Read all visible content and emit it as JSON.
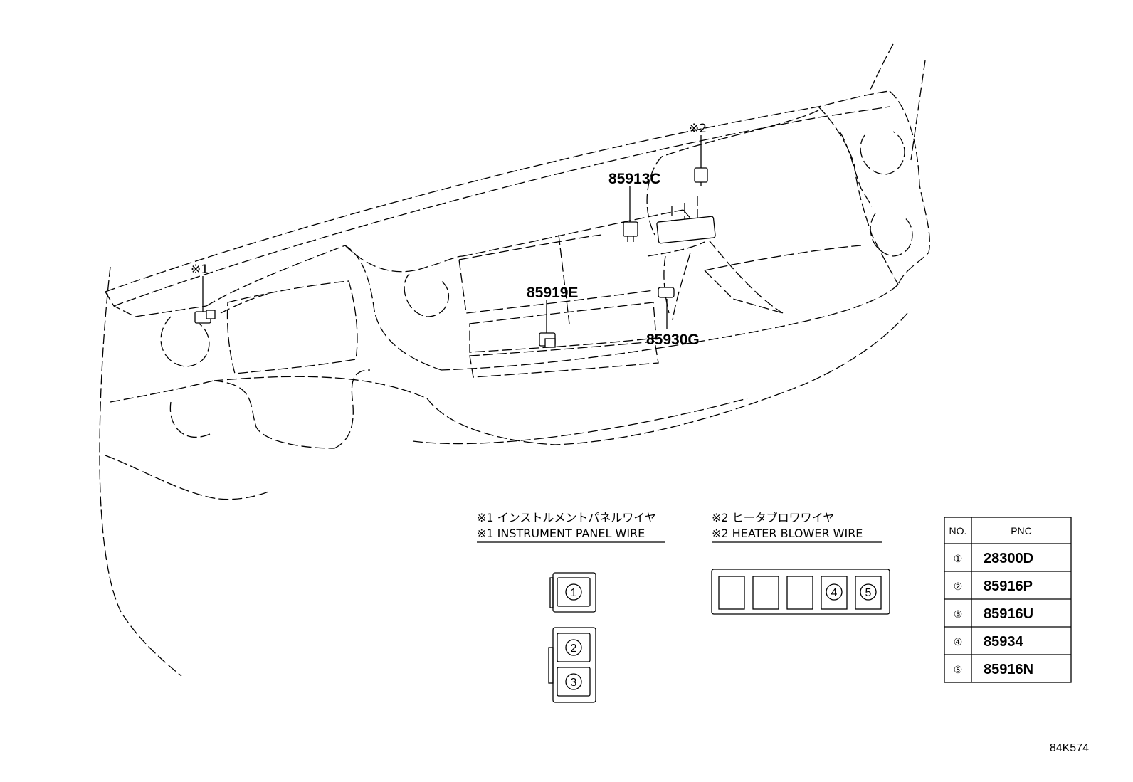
{
  "callouts": {
    "part_85913C": "85913C",
    "part_85919E": "85919E",
    "part_85930G": "85930G",
    "mark_1": "※1",
    "mark_2": "※2"
  },
  "notes": {
    "note1_jp": "※1 インストルメントパネルワイヤ",
    "note1_en": "※1 INSTRUMENT PANEL WIRE",
    "note2_jp": "※2 ヒータブロワワイヤ",
    "note2_en": "※2 HEATER BLOWER WIRE"
  },
  "relay_blocks": {
    "left": [
      "①",
      "②",
      "③"
    ],
    "right": [
      "④",
      "⑤"
    ]
  },
  "table": {
    "headers": [
      "NO.",
      "PNC"
    ],
    "rows": [
      {
        "no": "①",
        "pnc": "28300D"
      },
      {
        "no": "②",
        "pnc": "85916P"
      },
      {
        "no": "③",
        "pnc": "85916U"
      },
      {
        "no": "④",
        "pnc": "85934"
      },
      {
        "no": "⑤",
        "pnc": "85916N"
      }
    ]
  },
  "figure_code": "84K574"
}
